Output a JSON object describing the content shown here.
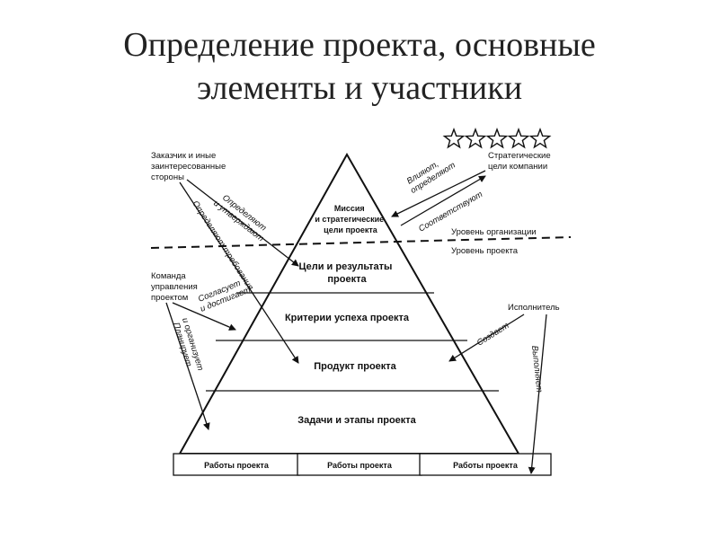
{
  "title": {
    "line1": "Определение проекта, основные",
    "line2": "элементы и участники"
  },
  "pyramid": {
    "mission": [
      "Миссия",
      "и стратегические",
      "цели проекта"
    ],
    "goals": [
      "Цели и результаты",
      "проекта"
    ],
    "criteria": "Критерии успеха проекта",
    "product": "Продукт проекта",
    "tasks": "Задачи и этапы проекта",
    "works": [
      "Работы проекта",
      "Работы проекта",
      "Работы проекта"
    ]
  },
  "actors": {
    "customer": [
      "Заказчик и иные",
      "заинтересованные",
      "стороны"
    ],
    "team": [
      "Команда",
      "управления",
      "проектом"
    ],
    "strategic": [
      "Стратегические",
      "цели компании"
    ],
    "executor": "Исполнитель"
  },
  "levels": {
    "org": "Уровень организации",
    "project": "Уровень проекта"
  },
  "arrows": {
    "define_approve": [
      "Определяют",
      "и утверждают"
    ],
    "define_requirements": "Определяют требования",
    "agree_achieve": [
      "Согласует",
      "и достигает"
    ],
    "plan_organize": [
      "Планирует",
      "и организует"
    ],
    "influence_define": [
      "Влияют,",
      "определяют"
    ],
    "correspond": "Соответствуют",
    "creates": "Создает",
    "performs": "Выполняет"
  },
  "rating": {
    "stars": 5,
    "filled": 0
  }
}
